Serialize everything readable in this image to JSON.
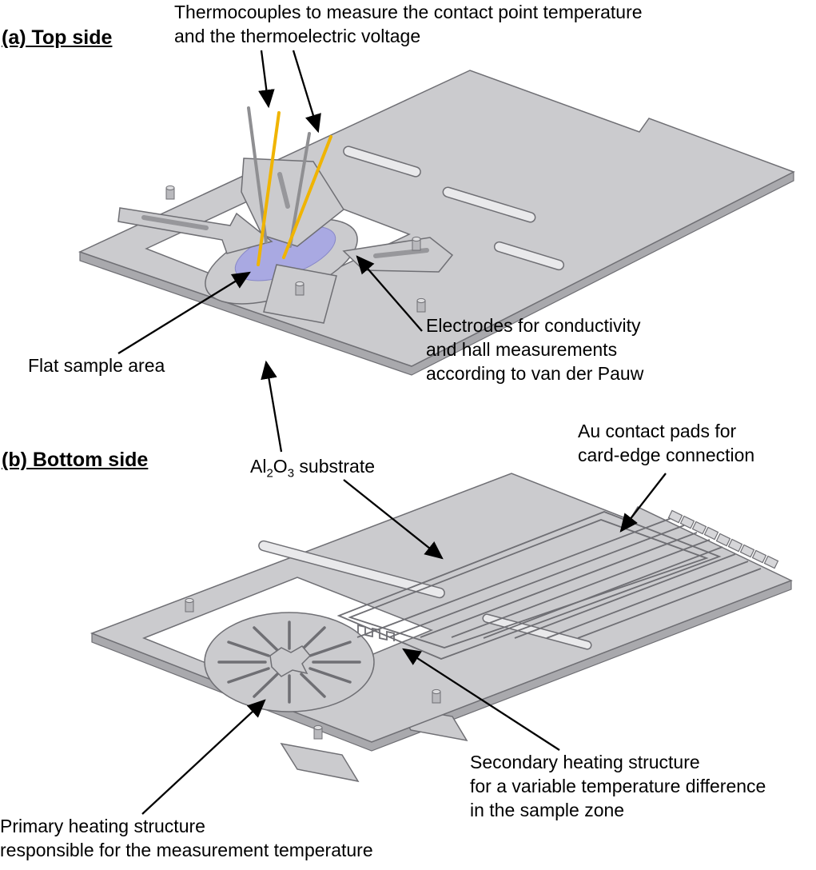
{
  "panels": {
    "a": {
      "label": "(a) Top side"
    },
    "b": {
      "label": "(b) Bottom side"
    }
  },
  "annotations": {
    "thermocouples": {
      "lines": [
        "Thermocouples to measure the contact point temperature",
        "and the thermoelectric voltage"
      ]
    },
    "flat_sample": {
      "lines": [
        "Flat sample area"
      ]
    },
    "electrodes": {
      "lines": [
        "Electrodes for conductivity",
        "and hall measurements",
        "according to van der Pauw"
      ]
    },
    "substrate": {
      "pre": "Al",
      "sub1": "2",
      "mid": "O",
      "sub2": "3",
      "post": " substrate"
    },
    "au_pads": {
      "lines": [
        "Au contact pads for",
        "card-edge connection"
      ]
    },
    "secondary_heater": {
      "lines": [
        "Secondary heating structure",
        "for a variable temperature difference",
        "in the sample zone"
      ]
    },
    "primary_heater": {
      "lines": [
        "Primary heating structure",
        "responsible for the measurement temperature"
      ]
    }
  },
  "colors": {
    "bg": "#ffffff",
    "plate": "#cbcbce",
    "plate_side": "#a9a9ad",
    "edge": "#6f6f74",
    "sample": "#a9a9e2",
    "wire_yellow": "#f0b400",
    "wire_gray": "#8f8f92",
    "arrow": "#000000"
  }
}
